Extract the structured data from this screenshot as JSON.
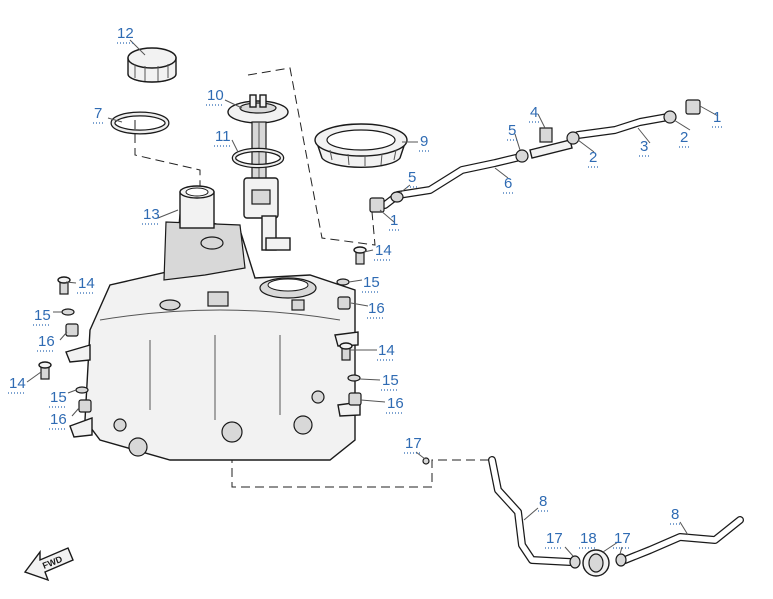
{
  "callouts": [
    "1",
    "2",
    "3",
    "4",
    "5",
    "6",
    "7",
    "8",
    "9",
    "10",
    "11",
    "12",
    "13",
    "14",
    "15",
    "16",
    "17",
    "18"
  ],
  "fwd_label": "FWD"
}
